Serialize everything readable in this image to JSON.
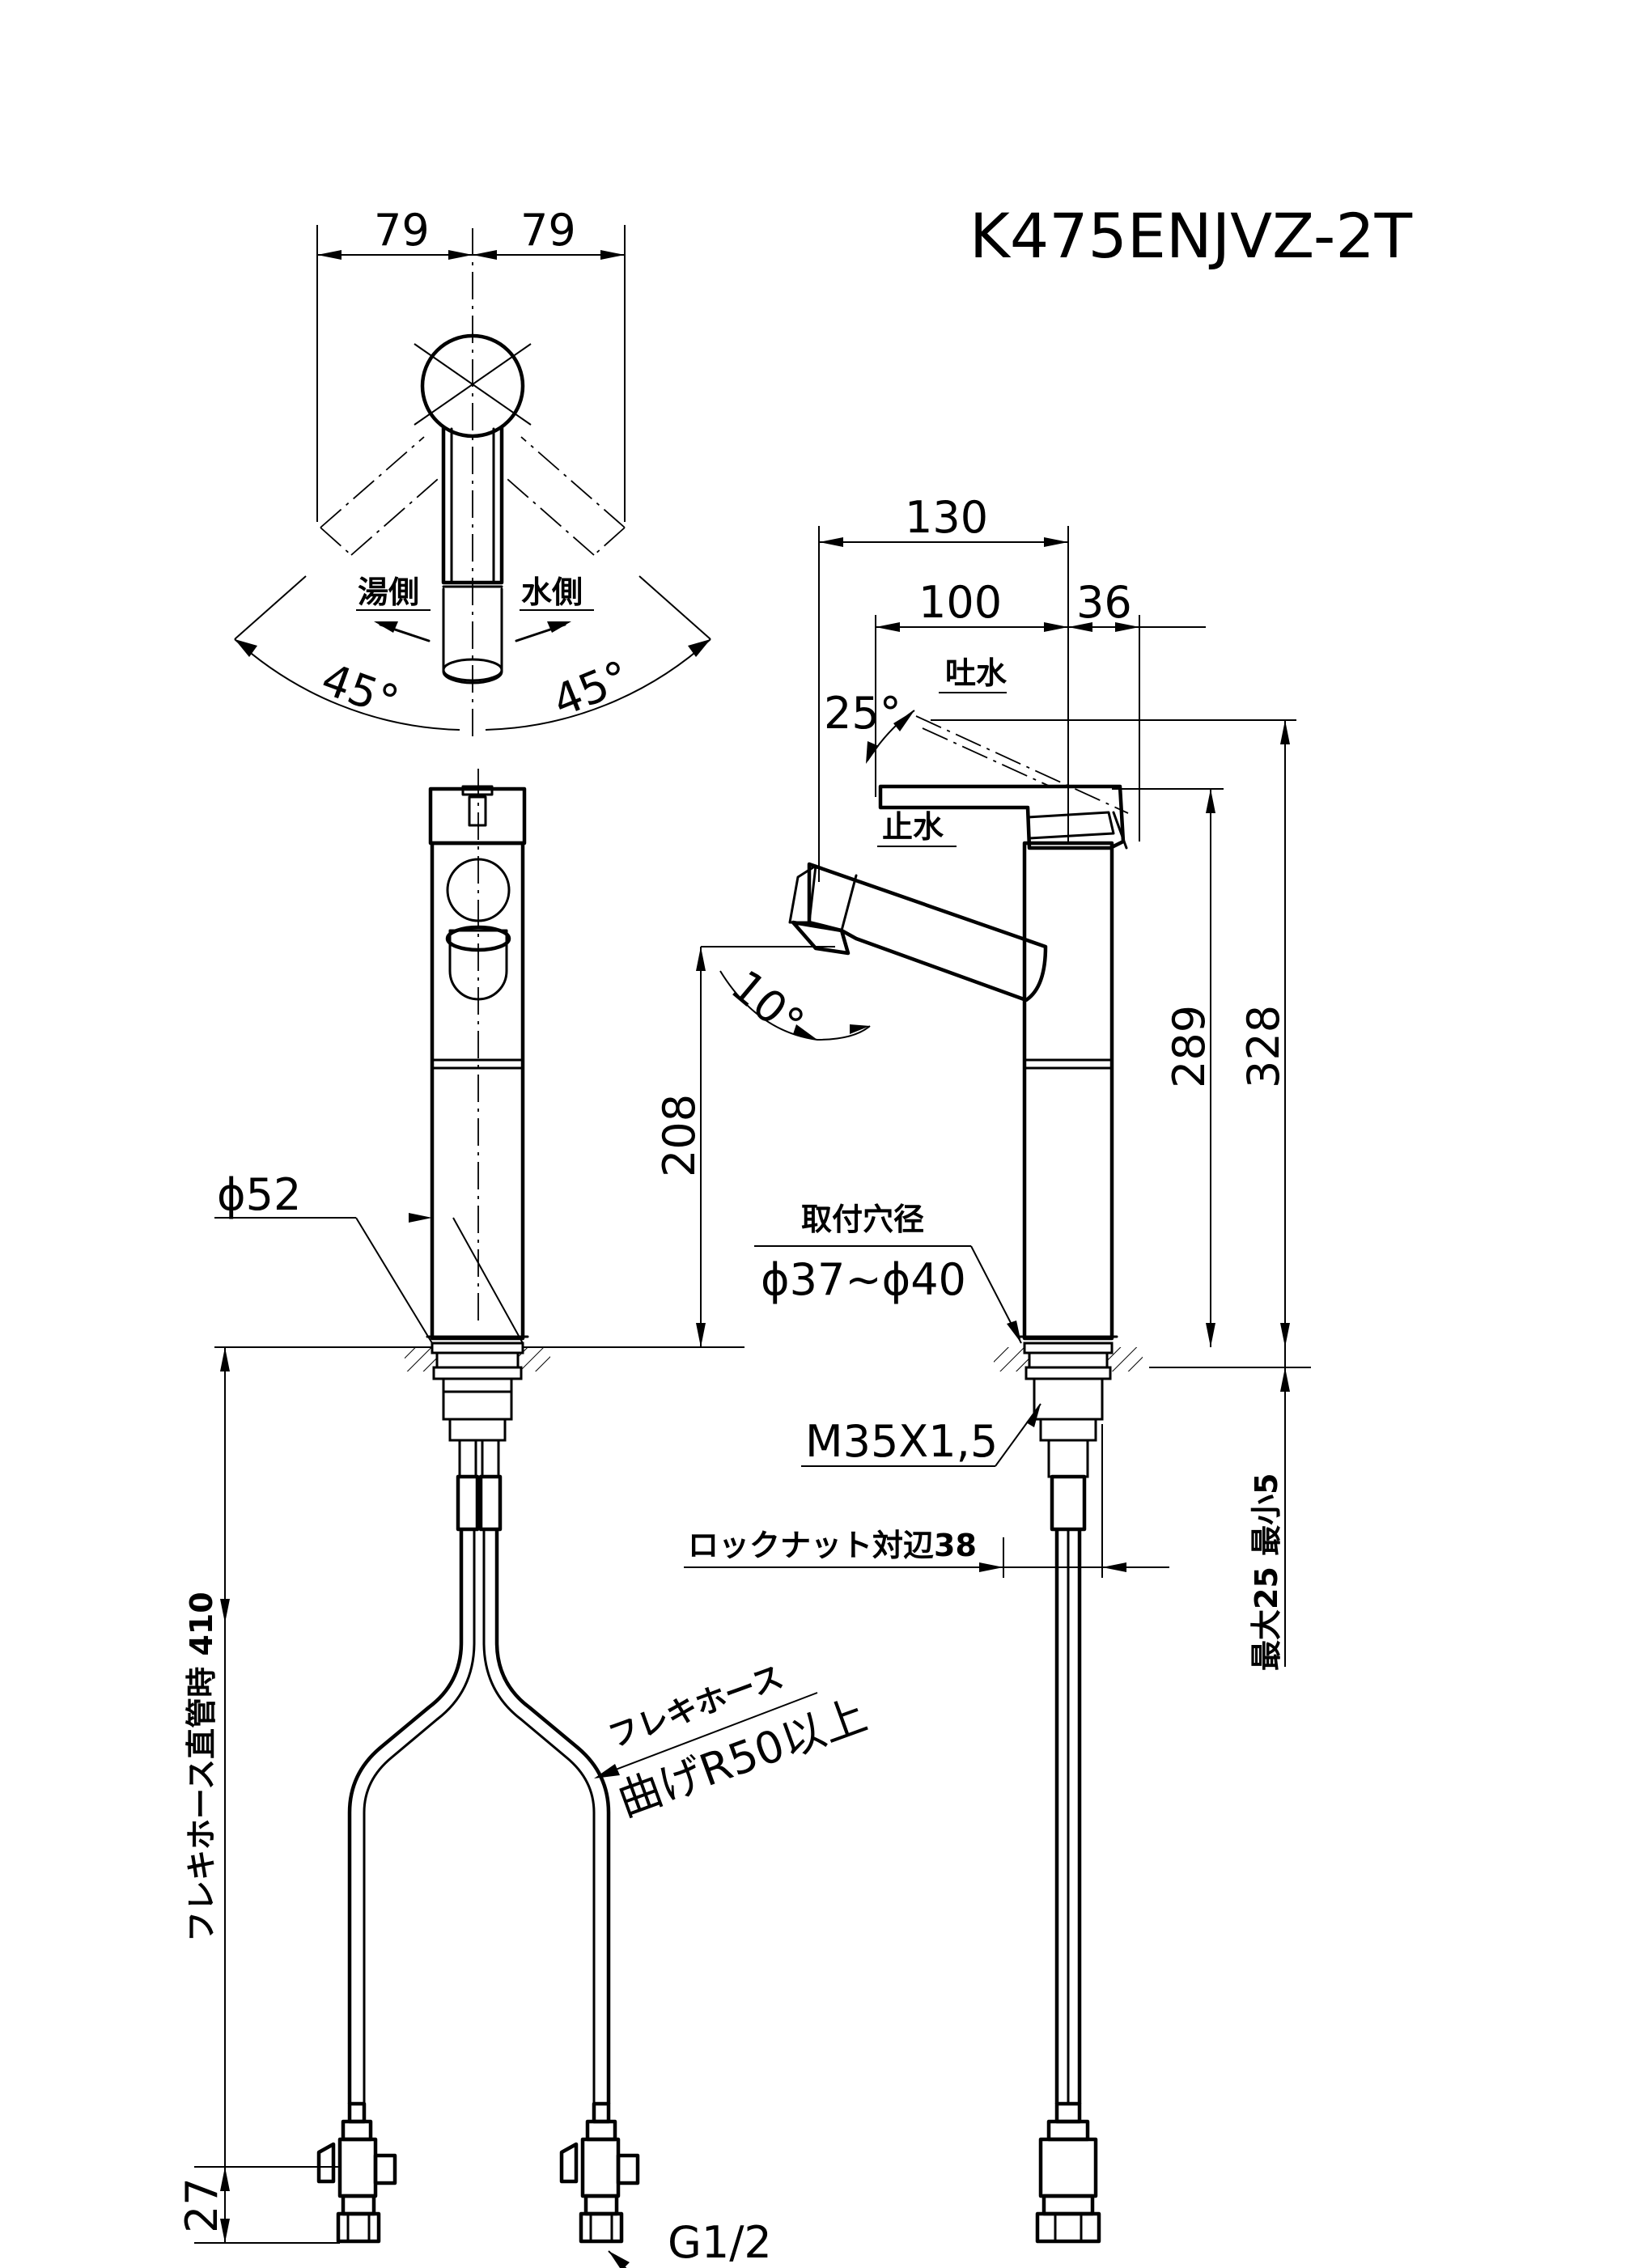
{
  "title": "K475ENJVZ-2T",
  "top_view": {
    "width_left": "79",
    "width_right": "79",
    "hot_side": "湯側",
    "cold_side": "水側",
    "angle_left": "45°",
    "angle_right": "45°"
  },
  "front_view": {
    "diameter": "ϕ52",
    "hose_length": "フレキホース直管時 410",
    "hose_bend": "フレキホース",
    "hose_bend_radius": "曲げR50以上",
    "valve_height": "27",
    "thread": "G1/2"
  },
  "side_view": {
    "depth_total": "130",
    "spout_reach": "100",
    "lever_offset": "36",
    "lever_angle": "25°",
    "open_label": "吐水",
    "close_label": "止水",
    "spout_angle": "10°",
    "spout_height": "208",
    "body_height": "289",
    "total_height": "328",
    "mount_hole_label": "取付穴径",
    "mount_hole_size": "ϕ37~ϕ40",
    "thread_size": "M35X1,5",
    "locknut_label": "ロックナット対辺38",
    "counter_thickness": "最大25 最小5"
  }
}
